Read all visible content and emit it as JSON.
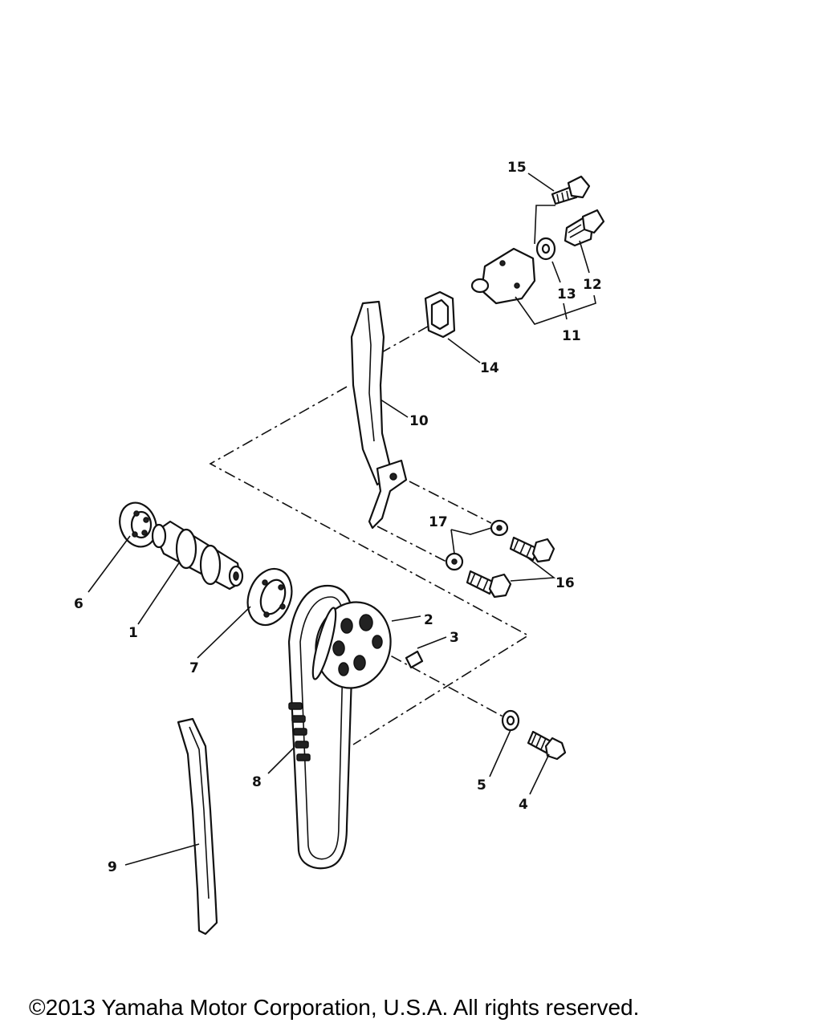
{
  "diagram": {
    "callouts": [
      "1",
      "2",
      "3",
      "4",
      "5",
      "6",
      "7",
      "8",
      "9",
      "10",
      "11",
      "12",
      "13",
      "14",
      "15",
      "16",
      "17"
    ]
  },
  "footer": {
    "copyright": "©2013 Yamaha Motor Corporation, U.S.A. All rights reserved."
  }
}
